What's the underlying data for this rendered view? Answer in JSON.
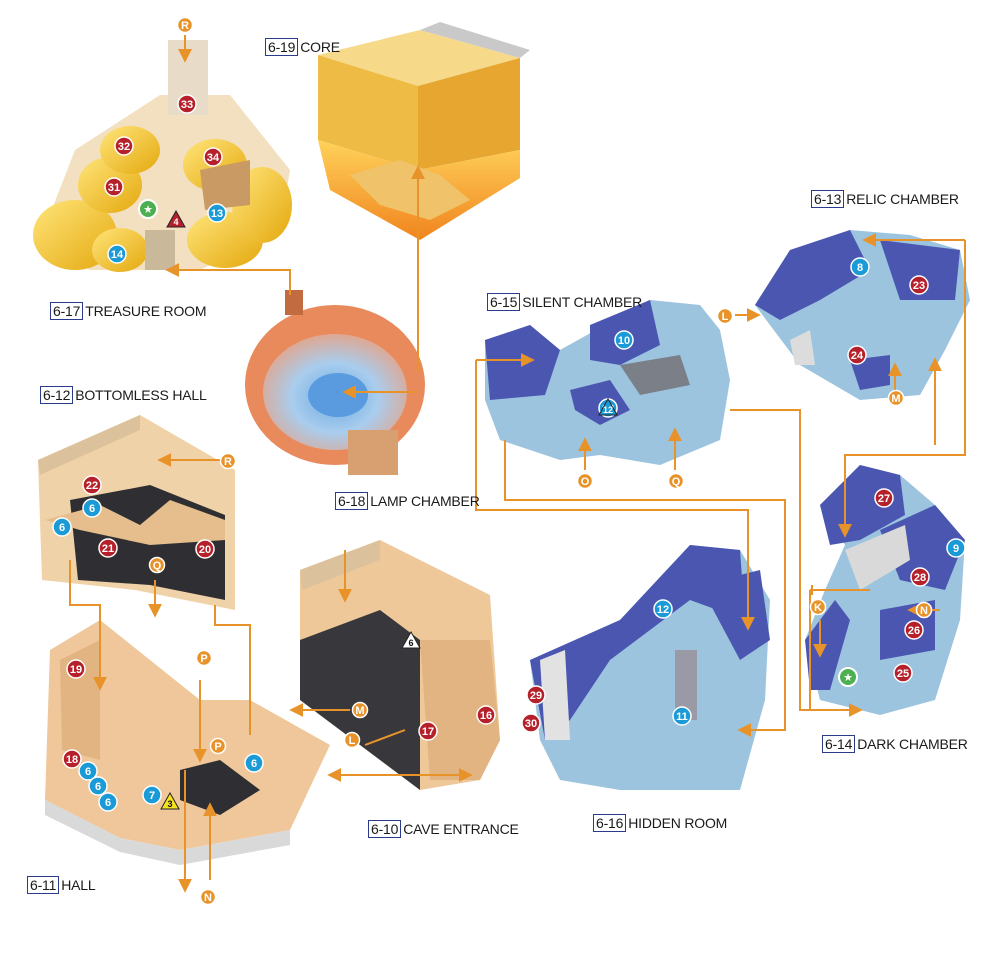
{
  "rooms": [
    {
      "id": "6-19",
      "name": "CORE"
    },
    {
      "id": "6-17",
      "name": "TREASURE ROOM"
    },
    {
      "id": "6-18",
      "name": "LAMP CHAMBER"
    },
    {
      "id": "6-15",
      "name": "SILENT CHAMBER"
    },
    {
      "id": "6-13",
      "name": "RELIC CHAMBER"
    },
    {
      "id": "6-12",
      "name": "BOTTOMLESS HALL"
    },
    {
      "id": "6-14",
      "name": "DARK CHAMBER"
    },
    {
      "id": "6-10",
      "name": "CAVE ENTRANCE"
    },
    {
      "id": "6-16",
      "name": "HIDDEN ROOM"
    },
    {
      "id": "6-11",
      "name": "HALL"
    }
  ],
  "connectors": [
    "R",
    "R",
    "L",
    "M",
    "M",
    "O",
    "Q",
    "Q",
    "P",
    "P",
    "N",
    "N",
    "K",
    "L"
  ],
  "red_markers": [
    "33",
    "32",
    "34",
    "31",
    "22",
    "21",
    "20",
    "19",
    "18",
    "17",
    "16",
    "23",
    "24",
    "27",
    "28",
    "26",
    "25",
    "29",
    "30"
  ],
  "blue_markers": [
    "13",
    "14",
    "10",
    "8",
    "12",
    "6",
    "6",
    "6",
    "6",
    "6",
    "6",
    "7",
    "9",
    "11",
    "12"
  ],
  "triangles": [
    "4",
    "12",
    "6",
    "3"
  ],
  "colors": {
    "label_box": "#2b3a8a",
    "connector": "#e8932a",
    "arrow": "#e8932a",
    "red_marker": "#b5202a",
    "blue_marker": "#1a9ad6",
    "blue_room": "#4a56b0",
    "blue_floor": "#9cc4de",
    "tan_room": "#e3b98a",
    "gold_room": "#f2c427",
    "orange_room": "#f29a2e"
  }
}
